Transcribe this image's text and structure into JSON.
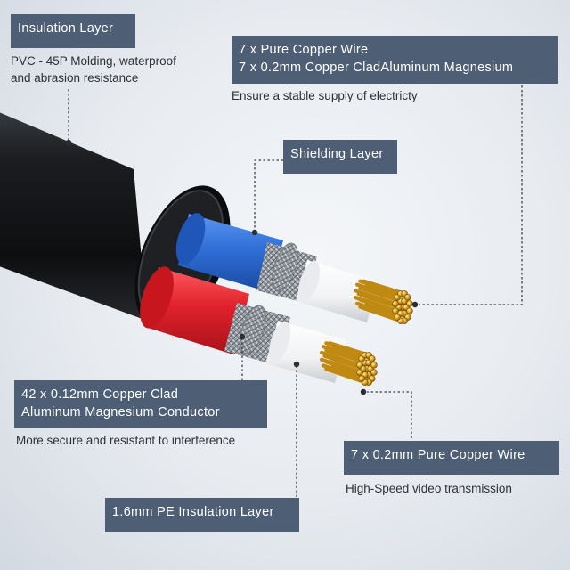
{
  "callouts": {
    "insulation_layer": {
      "title": "Insulation Layer",
      "description": [
        "PVC - 45P Molding, waterproof",
        "and abrasion resistance"
      ]
    },
    "copper_wire_top": {
      "title": [
        "7 x Pure Copper Wire",
        "7 x 0.2mm Copper CladAluminum Magnesium"
      ],
      "description": "Ensure a stable supply of electricty"
    },
    "shielding_layer": {
      "title": "Shielding Layer"
    },
    "conductor": {
      "title": [
        "42 x 0.12mm Copper Clad",
        "Aluminum Magnesium Conductor"
      ],
      "description": "More secure and resistant to interference"
    },
    "copper_wire_bottom": {
      "title": "7 x 0.2mm Pure Copper Wire",
      "description": "High-Speed video transmission"
    },
    "pe_insulation": {
      "title": "1.6mm PE Insulation Layer"
    }
  },
  "colors": {
    "label_bg": "#4d5e75",
    "jacket": "#16181b",
    "blue_core": "#2f6fd6",
    "red_core": "#e0212b",
    "copper": "#d9a21e"
  }
}
